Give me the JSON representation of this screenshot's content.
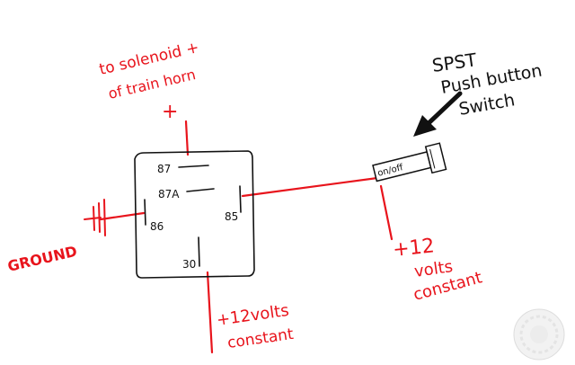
{
  "colors": {
    "wire": "#e8141c",
    "ink": "#111111",
    "paper": "#ffffff"
  },
  "relay": {
    "pins": {
      "p87": "87",
      "p87a": "87A",
      "p86": "86",
      "p85": "85",
      "p30": "30"
    }
  },
  "labels": {
    "solenoid_line1": "to solenoid +",
    "solenoid_line2": "of train horn",
    "top_plus": "+",
    "ground": "GROUND",
    "bottom_line1": "+12volts",
    "bottom_line2": "constant",
    "right_line1": "+12",
    "right_line2": "volts",
    "right_line3": "constant",
    "switch_line1": "SPST",
    "switch_line2": "Push button",
    "switch_line3": "Switch",
    "switch_face": "on/off"
  },
  "icons": {
    "arrow": "arrow-down-left-icon",
    "ground": "ground-symbol-icon",
    "watermark": "seal-watermark-icon"
  }
}
